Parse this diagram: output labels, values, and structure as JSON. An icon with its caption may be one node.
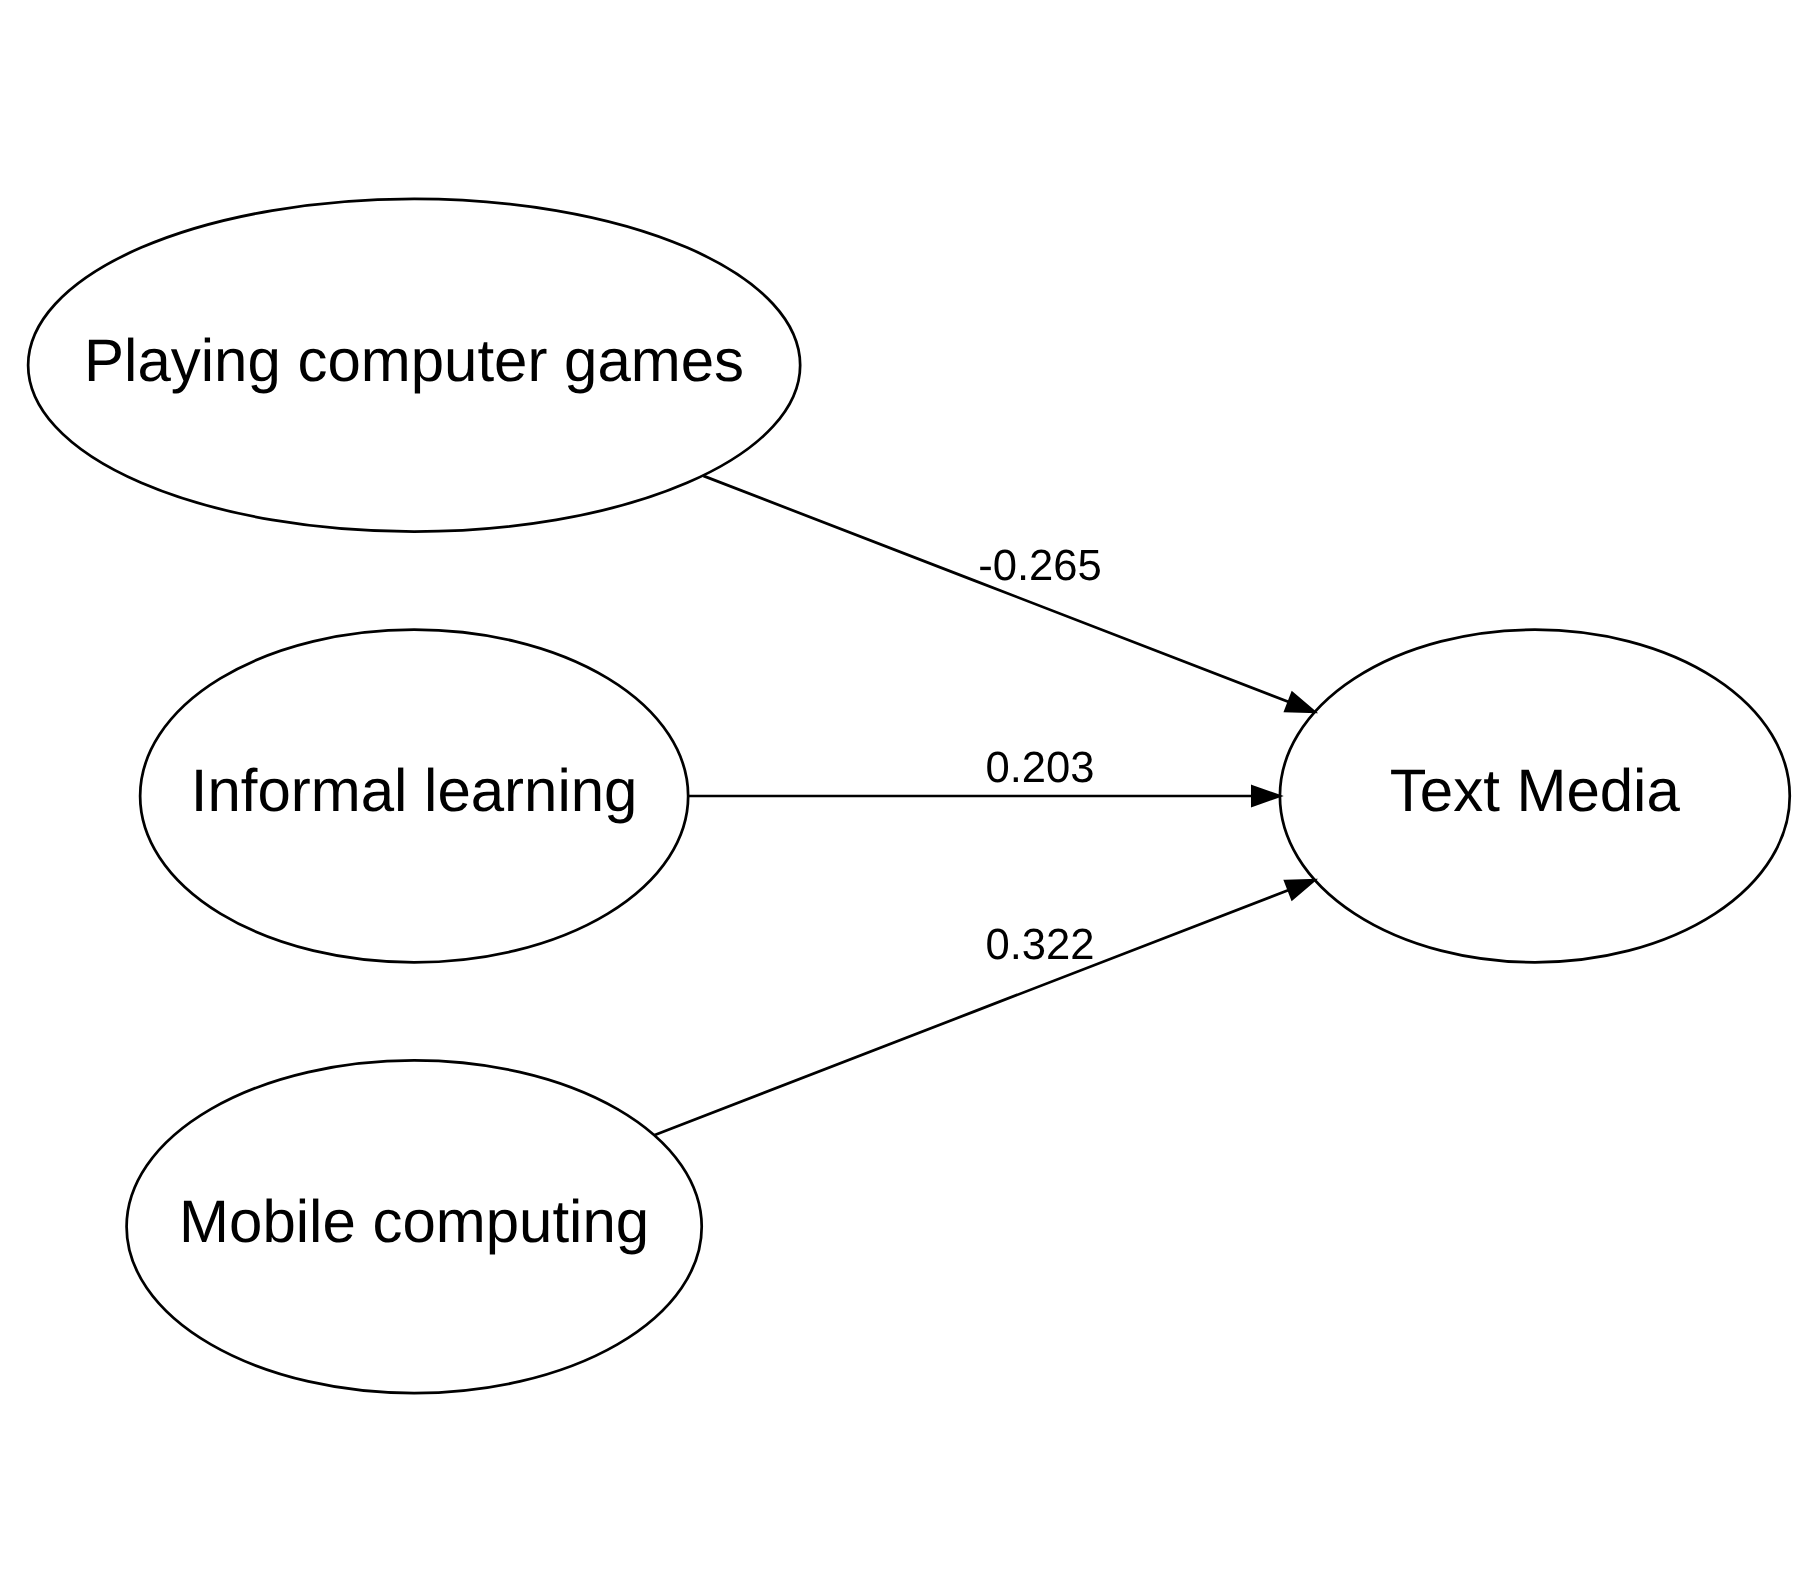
{
  "diagram": {
    "nodes": [
      {
        "text": [
          "Playing computer games"
        ]
      },
      {
        "text": [
          "Informal learning"
        ]
      },
      {
        "text": [
          "Mobile computing"
        ]
      },
      {
        "text": [
          "Text Media"
        ]
      }
    ],
    "edges": [
      {
        "from": 0,
        "to": 3,
        "arrow": "to",
        "label": "-0.265"
      },
      {
        "from": 1,
        "to": 3,
        "arrow": "to",
        "label": "0.203"
      },
      {
        "from": 2,
        "to": 3,
        "arrow": "to",
        "label": "0.322"
      }
    ]
  }
}
